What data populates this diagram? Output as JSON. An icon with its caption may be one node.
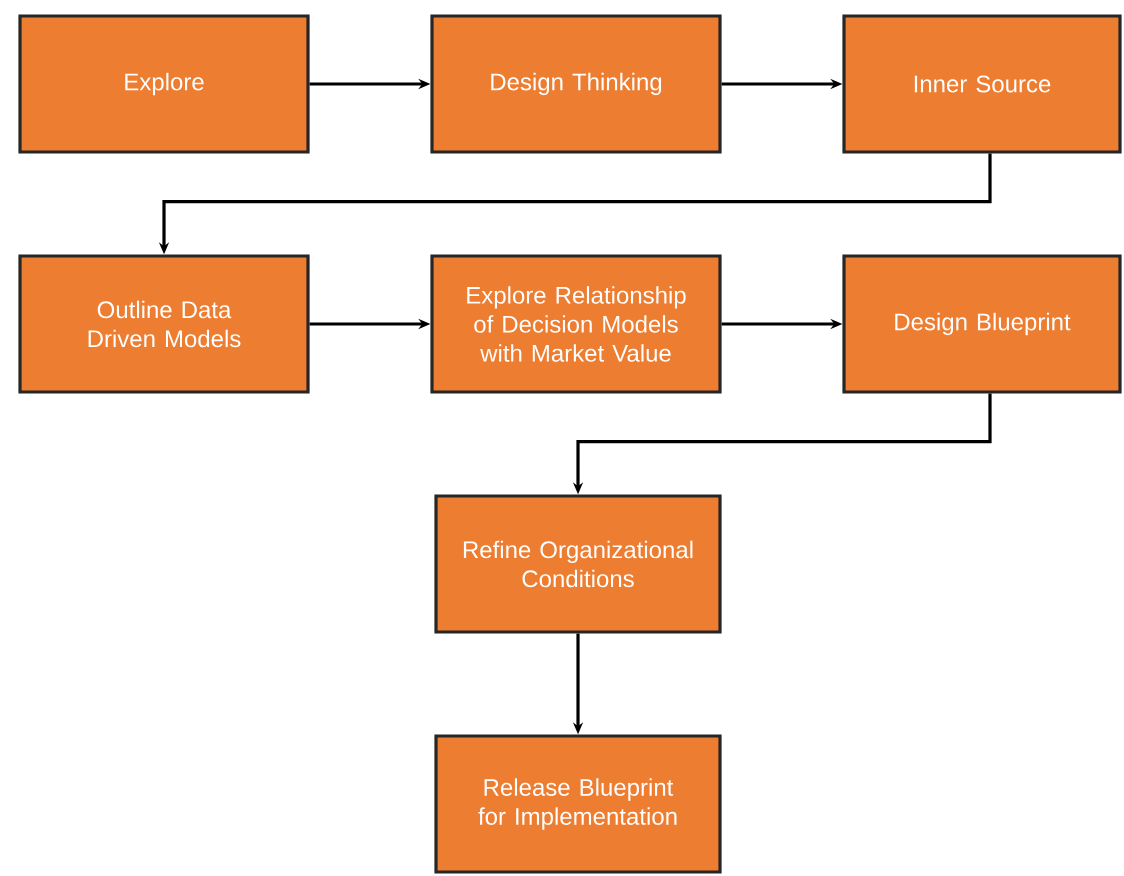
{
  "diagram": {
    "nodes": [
      {
        "text": [
          "Explore"
        ]
      },
      {
        "text": [
          "Design Thinking"
        ]
      },
      {
        "text": [
          "Inner Source"
        ]
      },
      {
        "text": [
          "Outline Data Driven Models"
        ]
      },
      {
        "text": [
          "Explore Relationship of Decision Models with Market Value"
        ]
      },
      {
        "text": [
          "Design Blueprint"
        ]
      },
      {
        "text": [
          "Refine Organizational Conditions"
        ]
      },
      {
        "text": [
          "Release Blueprint for Implementation"
        ]
      }
    ],
    "edges": [
      {
        "from": 0,
        "to": 1,
        "arrow": "to"
      },
      {
        "from": 1,
        "to": 2,
        "arrow": "to"
      },
      {
        "from": 2,
        "to": 3,
        "arrow": "to"
      },
      {
        "from": 3,
        "to": 4,
        "arrow": "to"
      },
      {
        "from": 4,
        "to": 5,
        "arrow": "to"
      },
      {
        "from": 5,
        "to": 6,
        "arrow": "to"
      },
      {
        "from": 6,
        "to": 7,
        "arrow": "to"
      }
    ]
  }
}
